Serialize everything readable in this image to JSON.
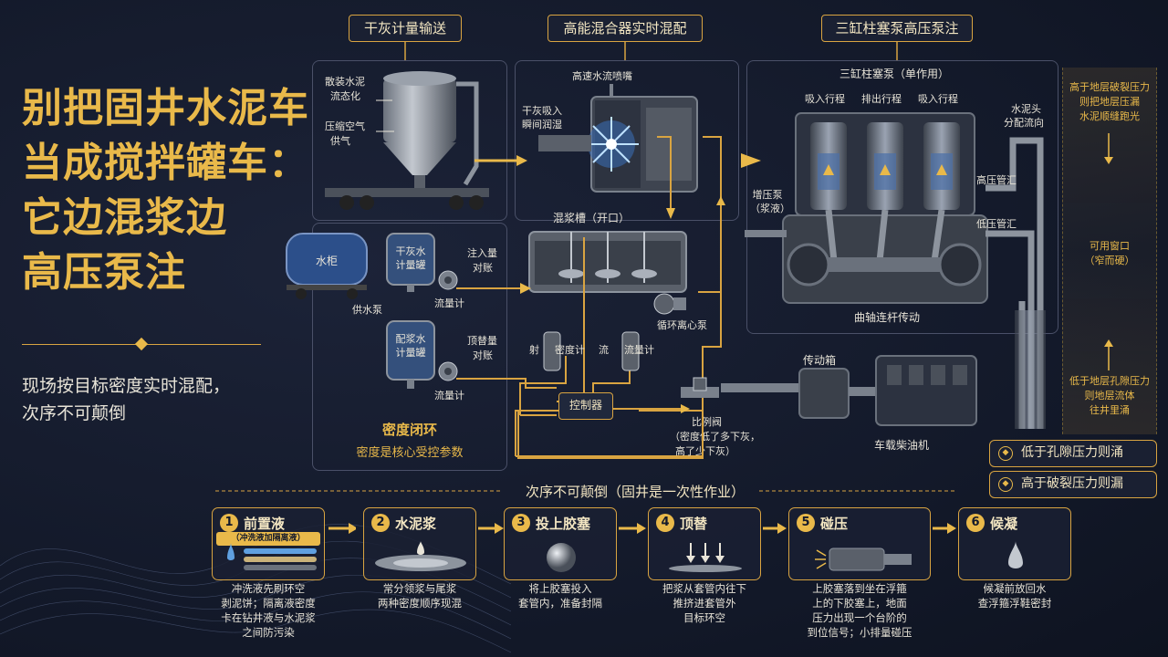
{
  "title_lines": [
    "别把固井水泥车",
    "当成搅拌罐车：",
    "它边混浆边",
    "高压泵注"
  ],
  "subtitle_lines": [
    "现场按目标密度实时混配，",
    "次序不可颠倒"
  ],
  "sections": {
    "s1": "干灰计量输送",
    "s2": "高能混合器实时混配",
    "s3": "三缸柱塞泵高压泵注"
  },
  "labels": {
    "bulk_cement": [
      "散装水泥",
      "流态化"
    ],
    "compressed_air": [
      "压缩空气",
      "供气"
    ],
    "high_speed_jet": "高速水流喷嘴",
    "dry_ash_suck": [
      "干灰吸入",
      "瞬间润湿"
    ],
    "mixing_tank": "混浆槽（开口）",
    "water_tank": "水柜",
    "supply_pump": "供水泵",
    "clean_meter_tank": [
      "干灰水",
      "计量罐"
    ],
    "inject_check": [
      "注入量",
      "对账"
    ],
    "flowmeter_1": "流量计",
    "mix_meter_tank": [
      "配浆水",
      "计量罐"
    ],
    "replace_check": [
      "顶替量",
      "对账"
    ],
    "flowmeter_2": "流量计",
    "densitometer_1": "密度计",
    "densitometer_1_left": "射",
    "densitometer_2": "流量计",
    "densitometer_2_left": "流",
    "circ_pump": "循环离心泵",
    "controller": "控制器",
    "prop_valve": "比例阀",
    "prop_valve_note": [
      "（密度低了多下灰，",
      "高了少下灰）"
    ],
    "density_loop": "密度闭环",
    "density_core": "密度是核心受控参数",
    "triplex_pump": "三缸柱塞泵（单作用）",
    "suction_stroke_1": "吸入行程",
    "discharge_stroke": "排出行程",
    "suction_stroke_2": "吸入行程",
    "booster_pump": [
      "增压泵",
      "（浆液）"
    ],
    "cement_head": [
      "水泥头",
      "分配流向"
    ],
    "hp_manifold": "高压管汇",
    "lp_manifold": "低压管汇",
    "crank_drive": "曲轴连杆传动",
    "gearbox": "传动箱",
    "diesel": "车载柴油机"
  },
  "side_panel": {
    "top": [
      "高于地层破裂压力",
      "则把地层压漏",
      "水泥顺缝跑光"
    ],
    "mid": [
      "可用窗口",
      "（窄而硬）"
    ],
    "bottom": [
      "低于地层孔隙压力",
      "则地层流体",
      "往井里涌"
    ]
  },
  "pills": {
    "low": "低于孔隙压力则涌",
    "high": "高于破裂压力则漏"
  },
  "sequence_title": "次序不可颠倒（固井是一次性作业）",
  "steps": [
    {
      "num": "1",
      "title": "前置液",
      "sub": "（冲洗液加隔离液）",
      "desc": [
        "冲洗液先刷环空",
        "剥泥饼；隔离液密度",
        "卡在钻井液与水泥浆",
        "之间防污染"
      ]
    },
    {
      "num": "2",
      "title": "水泥浆",
      "desc": [
        "常分领浆与尾浆",
        "两种密度顺序现混"
      ]
    },
    {
      "num": "3",
      "title": "投上胶塞",
      "desc": [
        "将上胶塞投入",
        "套管内，准备封隔"
      ]
    },
    {
      "num": "4",
      "title": "顶替",
      "desc": [
        "把浆从套管内往下",
        "推挤进套管外",
        "目标环空"
      ]
    },
    {
      "num": "5",
      "title": "碰压",
      "desc": [
        "上胶塞落到坐在浮箍",
        "上的下胶塞上，地面",
        "压力出现一个台阶的",
        "到位信号；小排量碰压"
      ]
    },
    {
      "num": "6",
      "title": "候凝",
      "desc": [
        "候凝前放回水",
        "查浮箍浮鞋密封"
      ]
    }
  ],
  "colors": {
    "accent": "#e9b94a",
    "background": "#141a2b",
    "panel_border": "#4a5068"
  }
}
